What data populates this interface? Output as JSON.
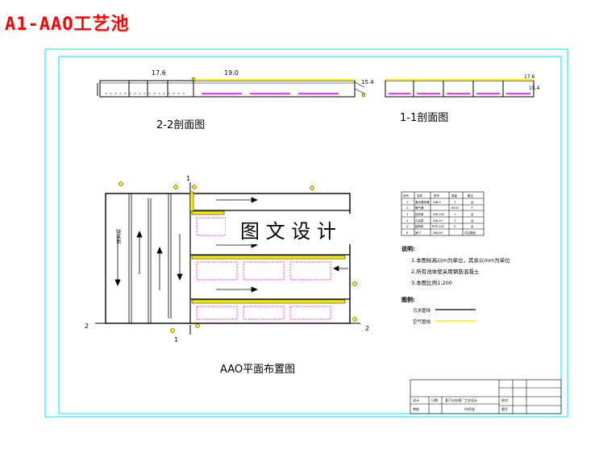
{
  "header": {
    "title": "A1-AAO工艺池"
  },
  "colors": {
    "title": "#ff0000",
    "frame": "#00e5ff",
    "wall": "#000000",
    "pipe": "#ffee00",
    "diffuser": "#ff33ff",
    "marker": "#ffee00"
  },
  "views": {
    "section_22": {
      "title": "2-2剖面图",
      "levels": [
        "17.6",
        "19.0",
        "15.4"
      ]
    },
    "section_11": {
      "title": "1-1剖面图",
      "levels": [
        "17.6",
        "15.4"
      ]
    },
    "plan": {
      "title": "AAO平面布置图",
      "watermark": "图 文 设 计",
      "section_marks": {
        "top_1": "1",
        "bottom_1": "1",
        "left_2": "2",
        "right_2": "2"
      },
      "tank_label": "缺氧池"
    }
  },
  "equipment_table": {
    "header": [
      "序号",
      "名称",
      "型号",
      "数量",
      "备注"
    ],
    "rows": [
      [
        "1",
        "潜水搅拌器",
        "QJB-4",
        "1",
        "台"
      ],
      [
        "2",
        "曝气器",
        "",
        "6000",
        "个"
      ],
      [
        "3",
        "回流泵",
        "QW-100",
        "1",
        "台"
      ],
      [
        "4",
        "污泥泵",
        "QW-50",
        "1",
        "台"
      ],
      [
        "5",
        "鼓风机",
        "RSR-100",
        "2",
        "台"
      ],
      [
        "6",
        "闸门",
        "DN300",
        "",
        "详见图纸"
      ]
    ]
  },
  "notes": {
    "heading": "说明:",
    "items": [
      "1.本图标高以m为单位，其余以mm为单位",
      "2.所有池体壁采用钢筋混凝土",
      "3.本图比例1:200"
    ]
  },
  "legend": {
    "heading": "图例:",
    "items": [
      {
        "label": "污水管线",
        "color": "#000000"
      },
      {
        "label": "空气管线",
        "color": "#ffee00"
      }
    ]
  },
  "title_block": {
    "project": "某污水处理厂工艺设计",
    "drawing": "AAO池",
    "design": "设计",
    "check": "审核",
    "review": "校对",
    "date": "日期",
    "sheet": "图号"
  }
}
